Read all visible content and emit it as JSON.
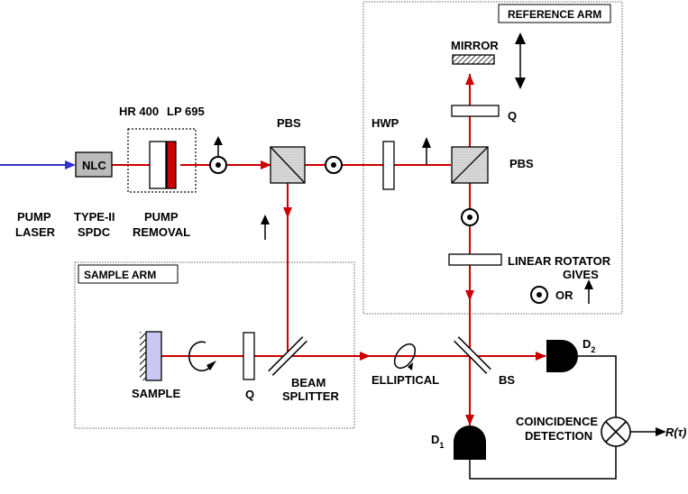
{
  "labels": {
    "pump_line1": "PUMP",
    "pump_line2": "LASER",
    "nlc": "NLC",
    "type2_line1": "TYPE-II",
    "type2_line2": "SPDC",
    "hr400": "HR 400",
    "lp695": "LP 695",
    "pump_removal_line1": "PUMP",
    "pump_removal_line2": "REMOVAL",
    "pbs_left": "PBS",
    "hwp": "HWP",
    "pbs_right": "PBS",
    "reference_arm": "REFERENCE ARM",
    "mirror": "MIRROR",
    "q_ref": "Q",
    "linear_rotator_line1": "LINEAR ROTATOR",
    "linear_rotator_line2": "GIVES",
    "or": "OR",
    "sample_arm": "SAMPLE ARM",
    "sample": "SAMPLE",
    "q_sample": "Q",
    "beam_splitter_line1": "BEAM",
    "beam_splitter_line2": "SPLITTER",
    "elliptical": "ELLIPTICAL",
    "bs": "BS",
    "d1": "D",
    "d1_sub": "1",
    "d2": "D",
    "d2_sub": "2",
    "coincidence_line1": "COINCIDENCE",
    "coincidence_line2": "DETECTION",
    "output": "R(τ)"
  },
  "colors": {
    "pump_beam": "#3333cc",
    "beam": "#cc0000",
    "filter": "#cc0000",
    "nlc_fill": "#bbbbbb",
    "sample_fill": "#c8c8f0",
    "detector": "#000000",
    "box_border": "#666666"
  }
}
